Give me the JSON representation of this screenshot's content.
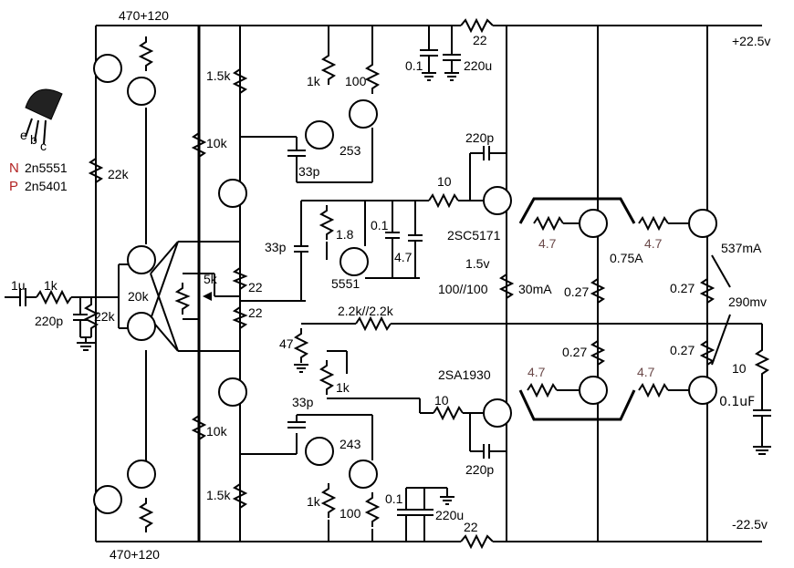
{
  "rails": {
    "positive": "+22.5v",
    "negative": "-22.5v"
  },
  "legend": {
    "pins": [
      "e",
      "b",
      "c"
    ],
    "npn_letter": "N",
    "npn_part": "2n5551",
    "pnp_letter": "P",
    "pnp_part": "2n5401",
    "accent_color": "#b22222"
  },
  "labels": {
    "top_pair_res": "470+120",
    "bottom_pair_res": "470+120",
    "r_22k_left": "22k",
    "r_22k_input": "22k",
    "r_20k": "20k",
    "cap_input": "1u",
    "r_input": "1k",
    "cap_input_shunt": "220p",
    "r_10k_top": "10k",
    "r_10k_bottom": "10k",
    "r_1k5_top": "1.5k",
    "r_1k5_bottom": "1.5k",
    "pot_5k": "5k",
    "r_22_top": "22",
    "r_22_bottom": "22",
    "r_1k_top": "1k",
    "r_100_top": "100",
    "c_33p_top": "33p",
    "q_253": "253",
    "c_0u1_top": "0.1",
    "c_220u_top": "220u",
    "r_22_supply_top": "22",
    "c_220p_top": "220p",
    "r_10_top": "10",
    "r_1v8": "1.8",
    "c_0u1_mid": "0.1",
    "c_4u7": "4.7",
    "c_33p_mid": "33p",
    "q_5551": "5551",
    "q_2sc5171": "2SC5171",
    "v_1v5": "1.5v",
    "r_100_100": "100//100",
    "i_30ma": "30mA",
    "r_2k2_2k2": "2.2k//2.2k",
    "r_47": "47",
    "pot_1k": "1k",
    "q_2sa1930": "2SA1930",
    "r_10_bottom": "10",
    "c_33p_bottom": "33p",
    "q_243": "243",
    "c_220p_bottom": "220p",
    "r_1k_bottom": "1k",
    "r_100_bottom": "100",
    "c_0u1_bottom": "0.1",
    "c_220u_bottom": "220u",
    "r_22_supply_bottom": "22",
    "r_4v7_1": "4.7",
    "r_4v7_2": "4.7",
    "r_4v7_3": "4.7",
    "r_4v7_4": "4.7",
    "r_0u27_1": "0.27",
    "r_0u27_2": "0.27",
    "r_0u27_3": "0.27",
    "r_0u27_4": "0.27",
    "i_0u75a": "0.75A",
    "i_537ma": "537mA",
    "v_290mv": "290mv",
    "r_10_out": "10",
    "c_0u1uf_out": "0.1uF"
  }
}
